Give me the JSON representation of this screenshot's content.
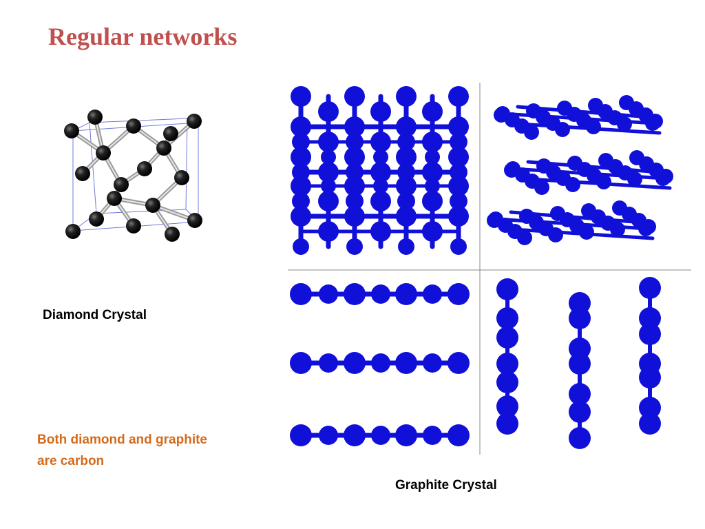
{
  "slide": {
    "title": "Regular networks",
    "diamond_caption": "Diamond Crystal",
    "graphite_caption": "Graphite Crystal",
    "note_line1": "Both diamond and graphite",
    "note_line2": "are carbon"
  },
  "colors": {
    "title": "#c0504d",
    "note": "#d46a1a",
    "graphite_atom": "#1010d8",
    "diamond_atom": "#111111",
    "diamond_cell_edge": "#6f7bd9"
  }
}
